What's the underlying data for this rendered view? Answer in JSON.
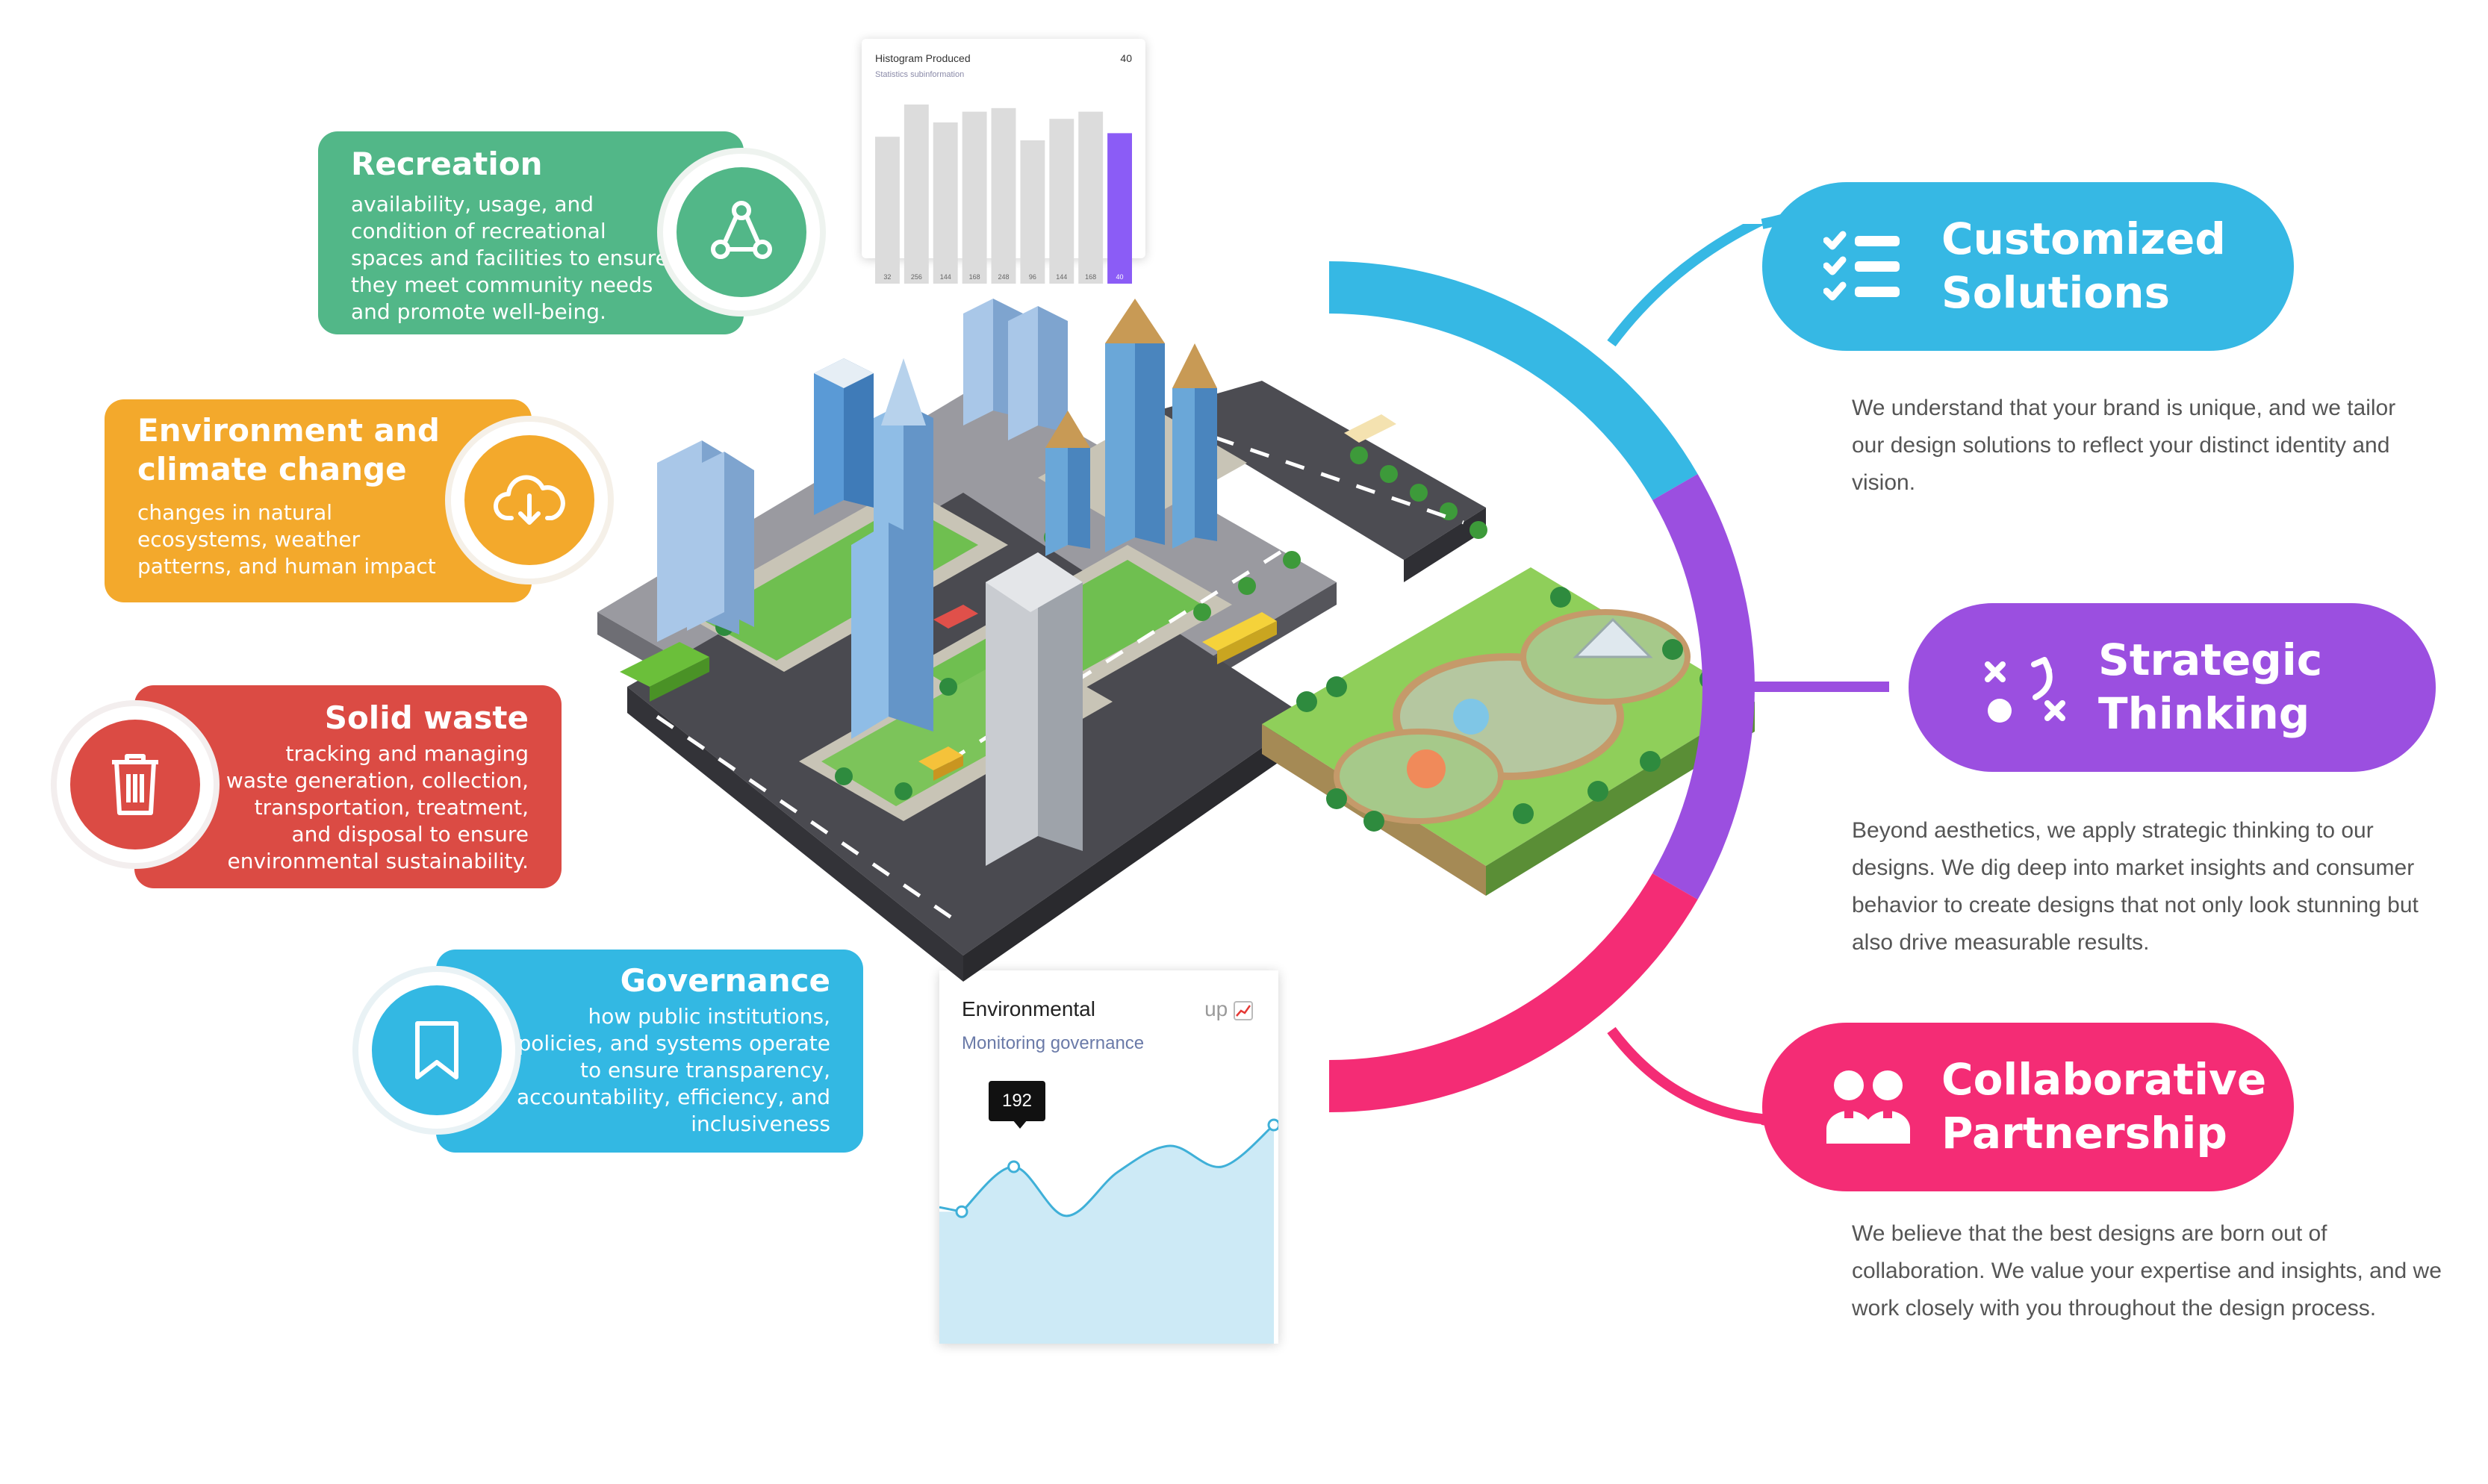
{
  "colors": {
    "green": "#52b788",
    "orange": "#f3a92c",
    "red": "#db4b44",
    "cyan": "#33b8e3",
    "purple": "#9b4fe0",
    "pink": "#f42c75"
  },
  "left_cards": [
    {
      "title": "Recreation",
      "body": "availability, usage, and condition of recreational spaces and facilities to ensure they meet community needs and promote well-being.",
      "icon": "network-icon"
    },
    {
      "title": "Environment and climate change",
      "body": "changes in natural ecosystems, weather patterns, and human impact",
      "icon": "cloud-download-icon"
    },
    {
      "title": "Solid waste",
      "body": "tracking and managing waste generation, collection, transportation, treatment, and disposal to ensure environmental sustainability.",
      "icon": "trash-icon"
    },
    {
      "title": "Governance",
      "body": "how public institutions, policies, and systems operate to ensure transparency, accountability, efficiency, and inclusiveness",
      "icon": "bookmark-icon"
    }
  ],
  "right_items": [
    {
      "title_line1": "Customized",
      "title_line2": "Solutions",
      "icon": "checklist-icon",
      "desc": "We understand that your brand is unique, and we tailor our design solutions to reflect your distinct identity and vision."
    },
    {
      "title_line1": "Strategic",
      "title_line2": "Thinking",
      "icon": "strategy-icon",
      "desc": "Beyond aesthetics, we apply strategic thinking to our designs. We dig deep into market insights and consumer behavior to create designs that not only look stunning but also drive measurable results."
    },
    {
      "title_line1": "Collaborative",
      "title_line2": "Partnership",
      "icon": "people-icon",
      "desc": "We believe that the best designs are born out of collaboration. We value your expertise and insights, and we work closely with you throughout the design process."
    }
  ],
  "histogram": {
    "title": "Histogram Produced",
    "subtitle": "Statistics subinformation",
    "value": "40",
    "bar_labels": [
      "32",
      "256",
      "144",
      "168",
      "248",
      "96",
      "144",
      "168",
      "40"
    ],
    "bar_heights": [
      0.82,
      1.0,
      0.9,
      0.96,
      0.98,
      0.8,
      0.92,
      0.96,
      0.84
    ],
    "bar_color": "#dcdcdc",
    "highlight_color": "#8b5cf6"
  },
  "area_chart": {
    "title": "Environmental",
    "subtitle": "Monitoring governance",
    "trend": "up",
    "tooltip": "192",
    "line_color": "#3fb0d8",
    "fill_color": "#cdeaf6",
    "values": [
      0.12,
      0.55,
      0.08,
      0.5,
      0.75,
      0.55,
      0.95
    ]
  }
}
